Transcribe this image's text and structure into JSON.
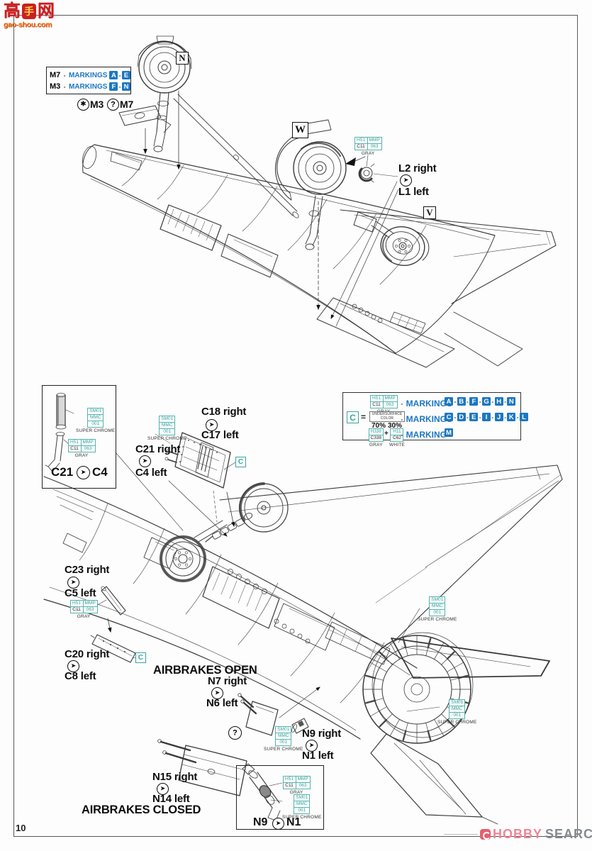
{
  "page": {
    "number": "10"
  },
  "watermarks": {
    "gaoshou": {
      "char1": "高",
      "char2": "手",
      "char3": "网",
      "domain": "gao-shou.com"
    },
    "hobbysearch": {
      "word1": "HOBBY",
      "word2": "SEARCH"
    }
  },
  "colors": {
    "accent_blue": "#1c77c2",
    "teal": "#3aa59f",
    "hobby_pink": "#ef8596",
    "hobby_gray": "#848a8e",
    "logo_red": "#c92020",
    "logo_orange": "#e8760e"
  },
  "icons": {
    "star": "✱",
    "question": "?",
    "mirror": "➤",
    "plus": "+",
    "equals": "=",
    "dash": "-"
  },
  "chips": {
    "gray": {
      "c1": "H51",
      "c2": "MMP",
      "c3": "C11",
      "c4": "063",
      "name": "GRAY"
    },
    "chrome": {
      "c1": "SM01",
      "c2": "MMC",
      "c3": "001",
      "name": "SUPER CHROME"
    },
    "undersurface": {
      "line1": "UNDERSURFACE",
      "line2": "COLOR"
    },
    "mix1": {
      "pct": "70%",
      "top": "H338",
      "code": "C338",
      "name": "GRAY"
    },
    "mix2": {
      "pct": "30%",
      "top": "H11",
      "code": "C62",
      "name": "WHITE"
    }
  },
  "step_top": {
    "markings_box": {
      "row1": {
        "part": "M7",
        "label": "MARKINGS",
        "letters": [
          "A",
          "E"
        ]
      },
      "row2": {
        "part": "M3",
        "label": "MARKINGS",
        "letters": [
          "F",
          "N"
        ]
      }
    },
    "symbol_row": {
      "star_part": "M3",
      "question_part": "M7"
    },
    "views": {
      "n": "N",
      "w": "W",
      "v": "V"
    },
    "pair_l": {
      "right": "L2 right",
      "left": "L1 left"
    }
  },
  "legend": {
    "c": "C",
    "rows": {
      "r1": {
        "label": "MARKINGS",
        "letters": [
          "A",
          "B",
          "F",
          "G",
          "H",
          "N"
        ]
      },
      "r2": {
        "label": "MARKINGS",
        "letters": [
          "C",
          "D",
          "E",
          "I",
          "J",
          "K",
          "L"
        ]
      },
      "r3": {
        "label": "MARKING",
        "letters": [
          "M"
        ]
      }
    }
  },
  "step_bottom": {
    "strut_box": {
      "left": "C21",
      "right": "C4"
    },
    "pair_c18": {
      "right": "C18 right",
      "left": "C17 left"
    },
    "pair_c21": {
      "right": "C21 right",
      "left": "C4 left"
    },
    "pair_c23": {
      "right": "C23 right",
      "left": "C5 left"
    },
    "pair_c20": {
      "right": "C20 right",
      "left": "C8 left"
    },
    "pair_n7": {
      "right": "N7 right",
      "left": "N6 left"
    },
    "pair_n9": {
      "right": "N9 right",
      "left": "N1 left"
    },
    "pair_n15": {
      "right": "N15 right",
      "left": "N14 left"
    },
    "airbrakes_open": "AIRBRAKES OPEN",
    "airbrakes_closed": "AIRBRAKES CLOSED",
    "color_ref": "C",
    "bottom_box": {
      "left": "N9",
      "right": "N1"
    }
  }
}
